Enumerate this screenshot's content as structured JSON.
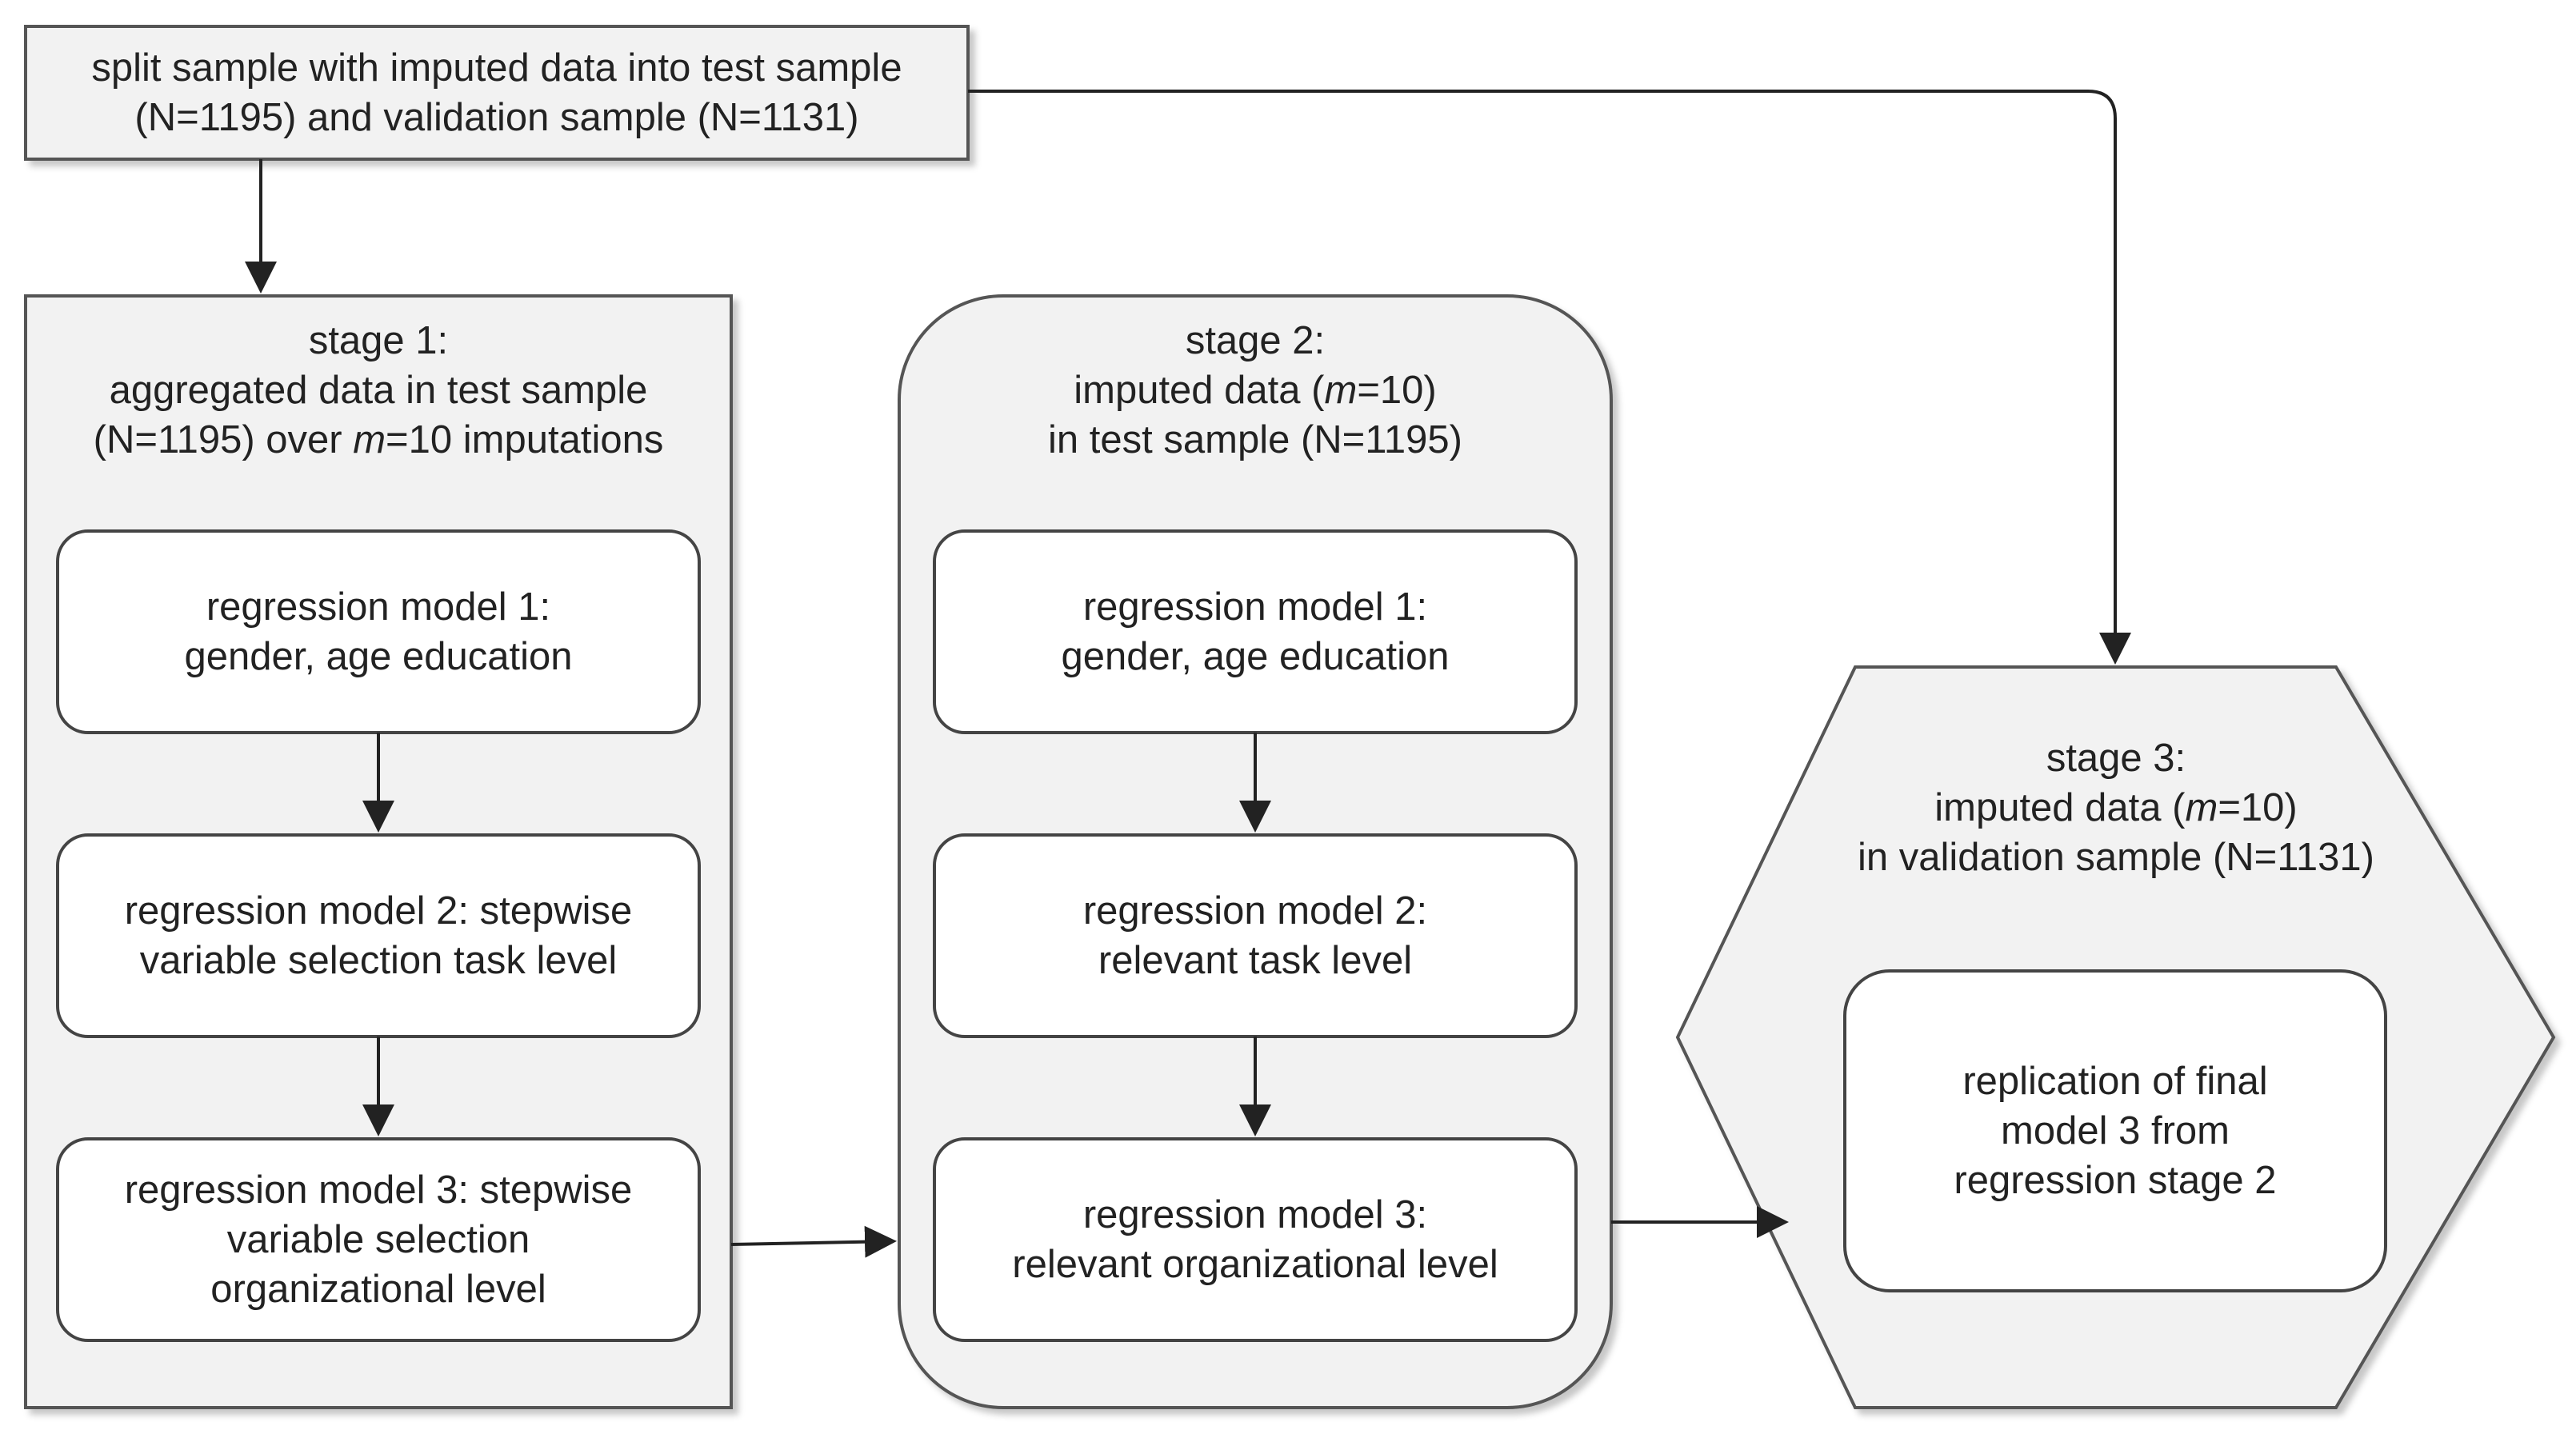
{
  "top_box": {
    "line1": "split sample with imputed data into test sample",
    "line2": "(N=1195) and validation sample (N=1131)"
  },
  "stage1": {
    "title": "stage 1:",
    "line2": "aggregated data in test sample",
    "line3_pre": "(N=1195) over ",
    "line3_m": "m",
    "line3_post": "=10 imputations",
    "model1": {
      "line1": "regression model 1:",
      "line2": "gender, age education"
    },
    "model2": {
      "line1": "regression model 2: stepwise",
      "line2": "variable selection task level"
    },
    "model3": {
      "line1": "regression model 3: stepwise",
      "line2": "variable selection",
      "line3": "organizational level"
    }
  },
  "stage2": {
    "title": "stage 2:",
    "line2_pre": "imputed data (",
    "line2_m": "m",
    "line2_post": "=10)",
    "line3": "in test sample (N=1195)",
    "model1": {
      "line1": "regression model 1:",
      "line2": "gender, age education"
    },
    "model2": {
      "line1": "regression model 2:",
      "line2": "relevant task level"
    },
    "model3": {
      "line1": "regression model 3:",
      "line2": "relevant organizational level"
    }
  },
  "stage3": {
    "title": "stage 3:",
    "line2_pre": "imputed data (",
    "line2_m": "m",
    "line2_post": "=10)",
    "line3": "in validation sample (N=1131)",
    "inner": {
      "line1": "replication of final",
      "line2": "model 3 from",
      "line3": "regression stage 2"
    }
  }
}
